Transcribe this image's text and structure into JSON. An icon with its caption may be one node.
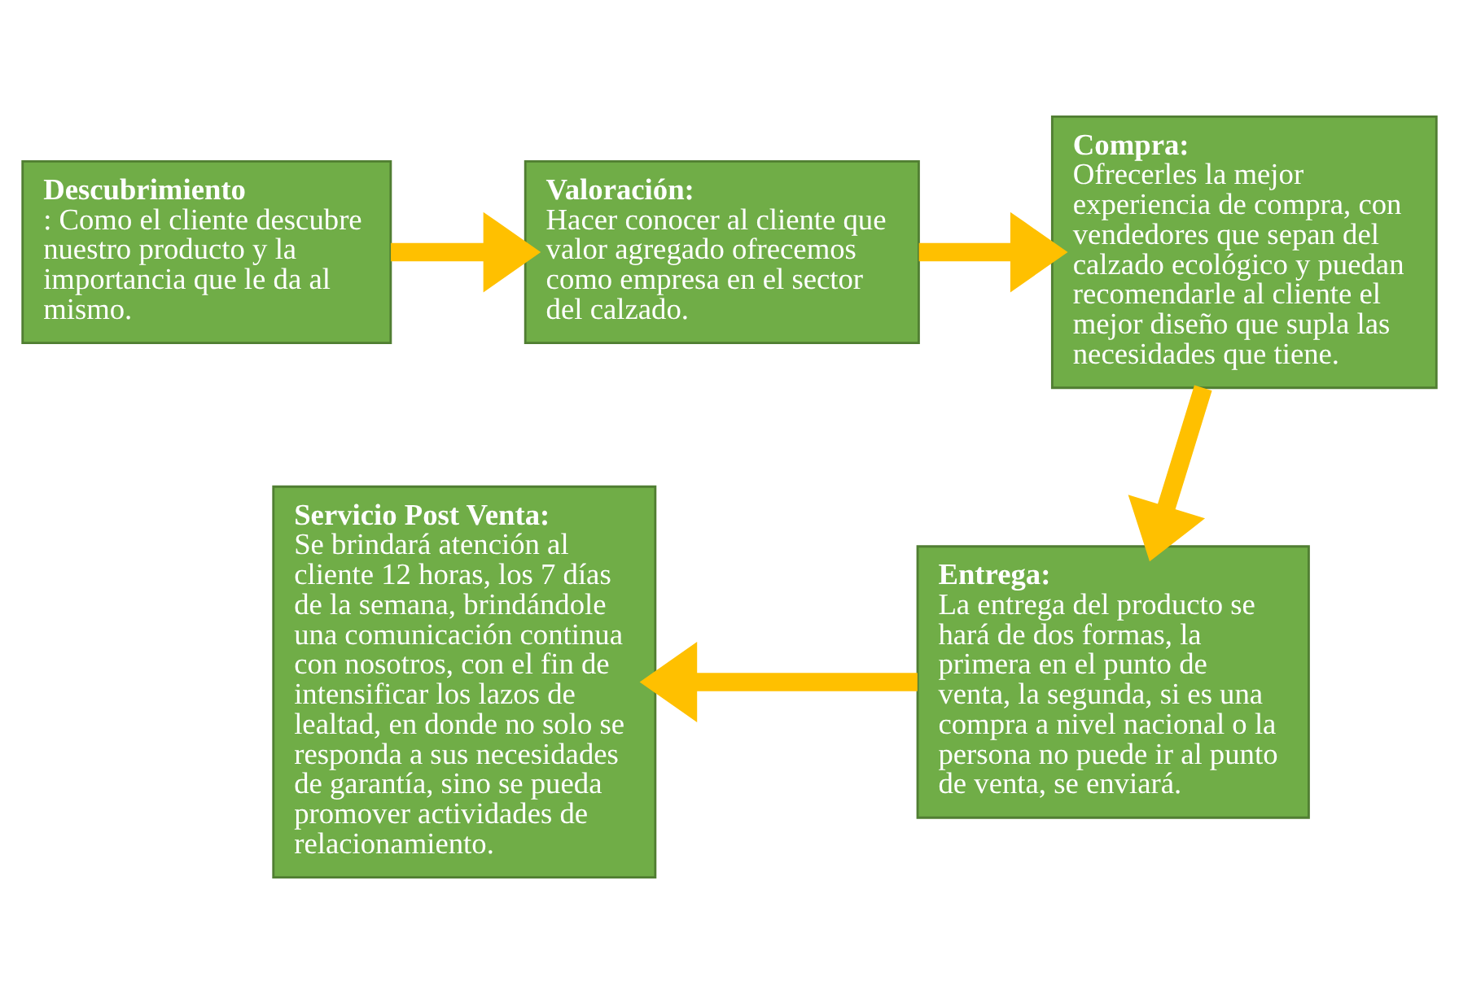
{
  "diagram": {
    "nodes": [
      {
        "text": [
          "Descubrimiento",
          ": Como el cliente descubre nuestro producto y la importancia que le da al mismo."
        ]
      },
      {
        "text": [
          "Valoración:",
          "Hacer conocer al cliente que valor agregado ofrecemos como empresa en el sector del calzado."
        ]
      },
      {
        "text": [
          "Compra:",
          "Ofrecerles la mejor experiencia de compra, con vendedores que sepan del calzado ecológico y puedan recomendarle al cliente el mejor diseño que supla las necesidades que tiene."
        ]
      },
      {
        "text": [
          "Entrega:",
          "La entrega del producto se hará de dos formas, la primera en el punto de venta, la segunda, si es una compra a nivel nacional o la persona no puede ir al punto de venta, se enviará."
        ]
      },
      {
        "text": [
          "Servicio Post Venta:",
          "Se brindará atención al cliente 12 horas, los 7 días de la semana, brindándole una comunicación continua con nosotros, con el fin de intensificar los lazos de lealtad, en donde no solo se responda a sus necesidades de garantía, sino se pueda promover actividades de relacionamiento."
        ]
      }
    ],
    "edges": [
      {
        "from": 0,
        "to": 1,
        "arrow": "to"
      },
      {
        "from": 1,
        "to": 2,
        "arrow": "to"
      },
      {
        "from": 2,
        "to": 3,
        "arrow": "to"
      },
      {
        "from": 3,
        "to": 4,
        "arrow": "to"
      }
    ]
  }
}
